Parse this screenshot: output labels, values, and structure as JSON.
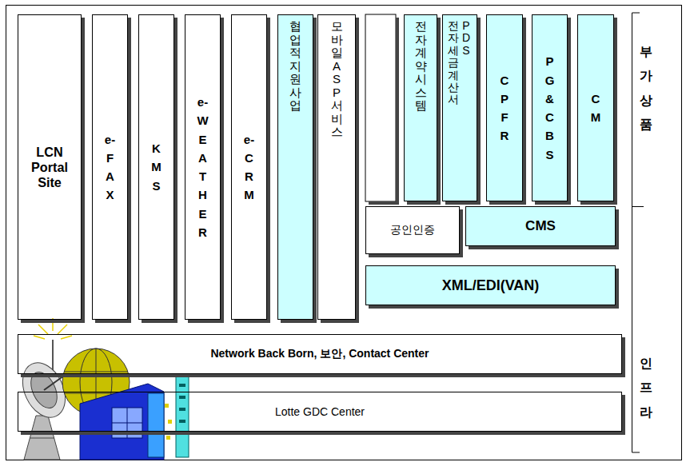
{
  "diagram": {
    "nodes": [
      {
        "text": [
          "LCN Portal Site"
        ]
      },
      {
        "text": [
          "e-FAX"
        ]
      },
      {
        "text": [
          "KMS"
        ]
      },
      {
        "text": [
          "e-WEATHER"
        ]
      },
      {
        "text": [
          "e-CRM"
        ]
      },
      {
        "text": [
          "협업적 지원사업"
        ]
      },
      {
        "text": [
          "모바일 ASP 서비스"
        ]
      },
      {
        "text": [
          "전자계약시스템"
        ]
      },
      {
        "text": [
          "전자세금계산서",
          "PDS"
        ]
      },
      {
        "text": [
          "CPFR"
        ]
      },
      {
        "text": [
          "PG&CBS"
        ]
      },
      {
        "text": [
          "CM"
        ]
      },
      {
        "text": [
          "공인인증"
        ]
      },
      {
        "text": [
          "CMS"
        ]
      },
      {
        "text": [
          "XML/EDI(VAN)"
        ]
      },
      {
        "text": [
          "Network Back Born, 보안, Contact Center"
        ]
      },
      {
        "text": [
          "Lotte GDC Center"
        ]
      }
    ],
    "labels": [
      "부가상품",
      "인프라"
    ]
  }
}
